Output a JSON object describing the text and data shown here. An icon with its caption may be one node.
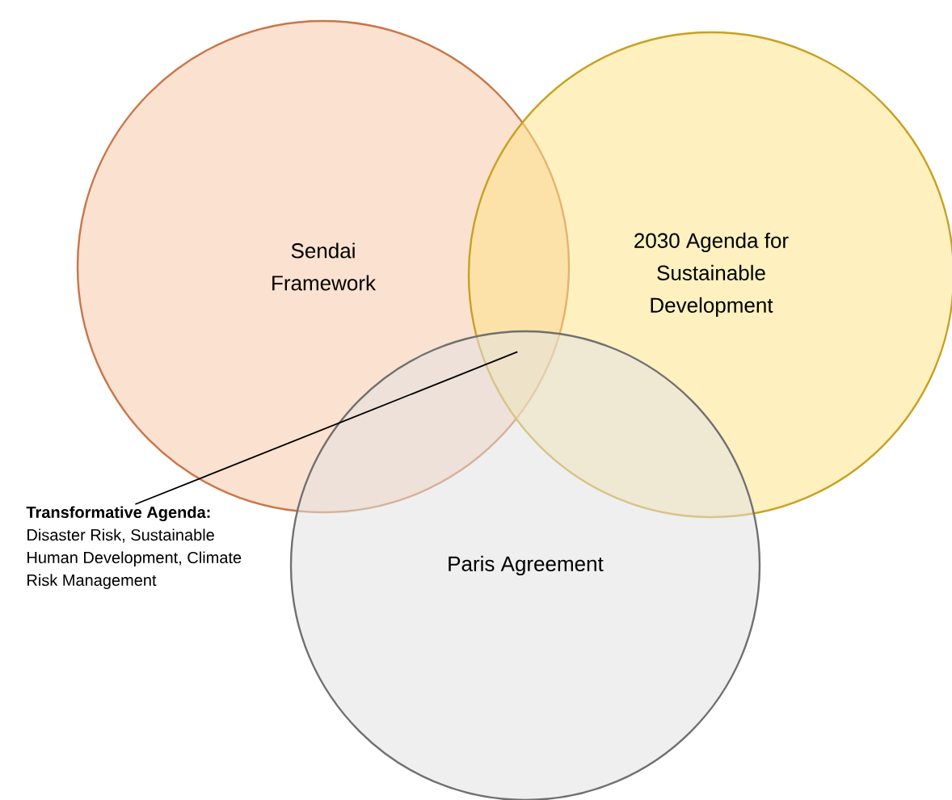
{
  "diagram": {
    "nodes": [
      {
        "text": [
          "Sendai Framework"
        ]
      },
      {
        "text": [
          "2030 Agenda for Sustainable Development"
        ]
      },
      {
        "text": [
          "Paris Agreement"
        ]
      },
      {
        "text": [
          "Transformative Agenda:",
          "Disaster Risk, Sustainable Human Development, Climate Risk Management"
        ]
      }
    ],
    "edges": [
      {
        "from": 3,
        "to": 2,
        "arrow": "none"
      }
    ]
  }
}
